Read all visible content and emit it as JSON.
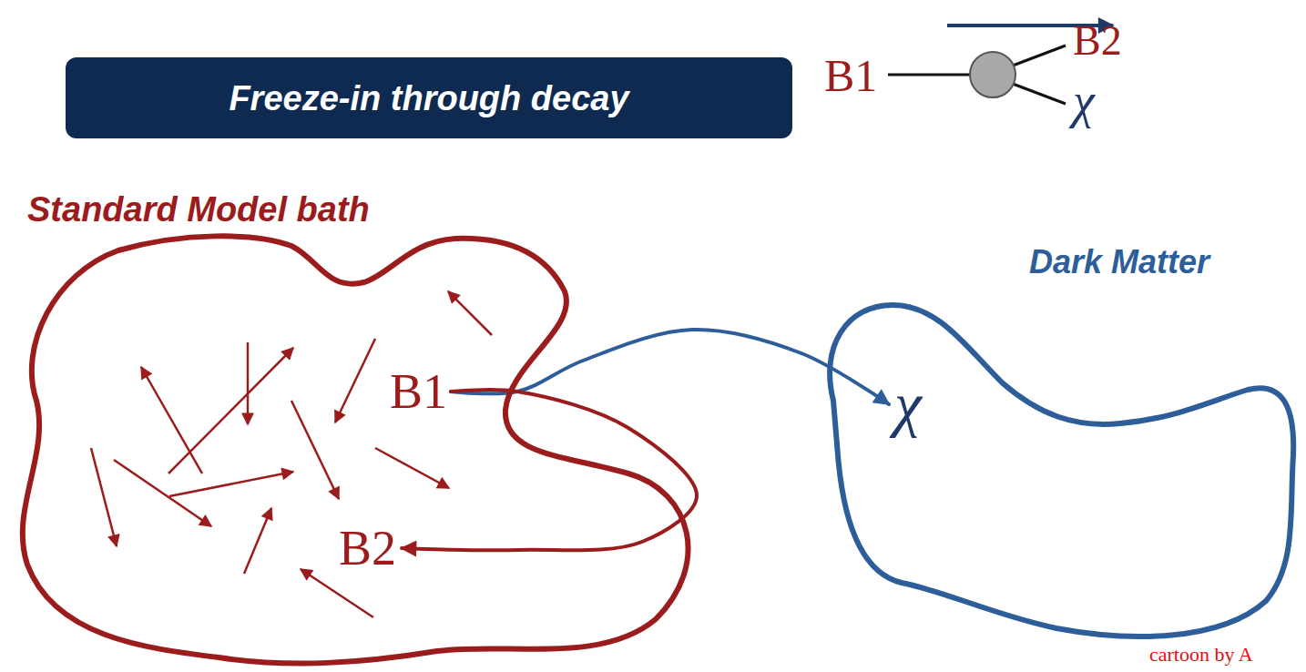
{
  "diagram": {
    "nodes": [
      {
        "text": [
          "Freeze-in through decay"
        ]
      },
      {
        "text": [
          "Standard Model bath"
        ]
      },
      {
        "text": [
          "B1"
        ],
        "in": 1
      },
      {
        "text": [
          "B2"
        ],
        "in": 1
      },
      {
        "text": [
          "Dark Matter"
        ]
      },
      {
        "text": [
          "χ"
        ],
        "in": 4
      }
    ],
    "edges": [
      {
        "from": 2,
        "to": 5,
        "arrow": "to"
      },
      {
        "from": 2,
        "to": 3,
        "arrow": "to"
      }
    ],
    "labels": [
      "B1",
      "B2",
      "χ",
      "cartoon by A"
    ]
  }
}
